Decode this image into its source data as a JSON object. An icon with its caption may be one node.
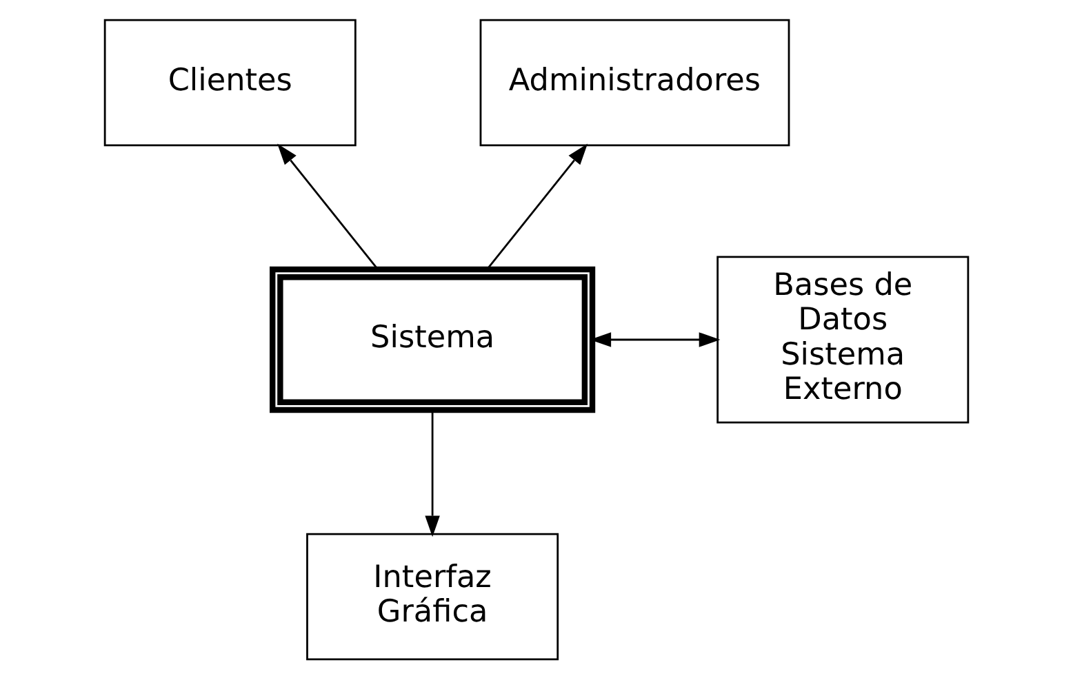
{
  "diagram": {
    "nodes": [
      {
        "text": [
          "Clientes"
        ]
      },
      {
        "text": [
          "Administradores"
        ]
      },
      {
        "text": [
          "Sistema"
        ]
      },
      {
        "text": [
          "Bases de Datos Sistema Externo"
        ]
      },
      {
        "text": [
          "Interfaz Gráfica"
        ]
      }
    ],
    "edges": [
      {
        "from": 2,
        "to": 0,
        "arrow": "to"
      },
      {
        "from": 2,
        "to": 1,
        "arrow": "to"
      },
      {
        "from": 2,
        "to": 3,
        "arrow": "both"
      },
      {
        "from": 2,
        "to": 4,
        "arrow": "to"
      }
    ]
  }
}
